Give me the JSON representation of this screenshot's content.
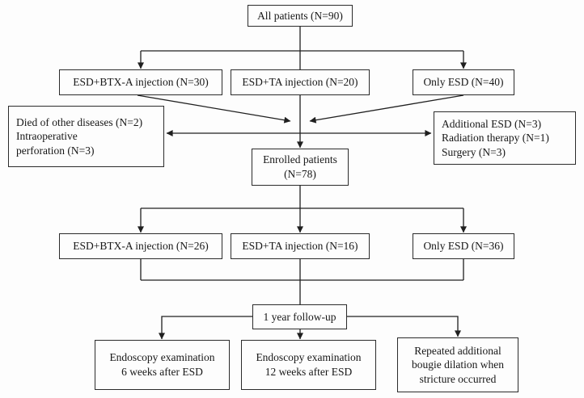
{
  "flowchart": {
    "all_patients": {
      "label": "All patients (N=90)"
    },
    "initial_groups": [
      {
        "label": "ESD+BTX-A injection (N=30)"
      },
      {
        "label": "ESD+TA injection (N=20)"
      },
      {
        "label": "Only ESD (N=40)"
      }
    ],
    "excluded_left": {
      "label": "Died of other diseases (N=2)\nIntraoperative\nperforation (N=3)"
    },
    "excluded_right": {
      "label": "Additional ESD (N=3)\nRadiation therapy (N=1)\nSurgery (N=3)"
    },
    "enrolled": {
      "label": "Enrolled patients\n(N=78)"
    },
    "enrolled_groups": [
      {
        "label": "ESD+BTX-A injection (N=26)"
      },
      {
        "label": "ESD+TA injection (N=16)"
      },
      {
        "label": "Only ESD (N=36)"
      }
    ],
    "followup": {
      "label": "1 year follow-up"
    },
    "outcomes": [
      {
        "label": "Endoscopy examination\n6 weeks after ESD"
      },
      {
        "label": "Endoscopy examination\n12 weeks after ESD"
      },
      {
        "label": "Repeated additional\nbougie dilation when\nstricture occurred"
      }
    ],
    "colors": {
      "line": "#1f1f1f",
      "box_border": "#2b2b2b",
      "background": "#fdfdfd",
      "text": "#171717"
    }
  }
}
